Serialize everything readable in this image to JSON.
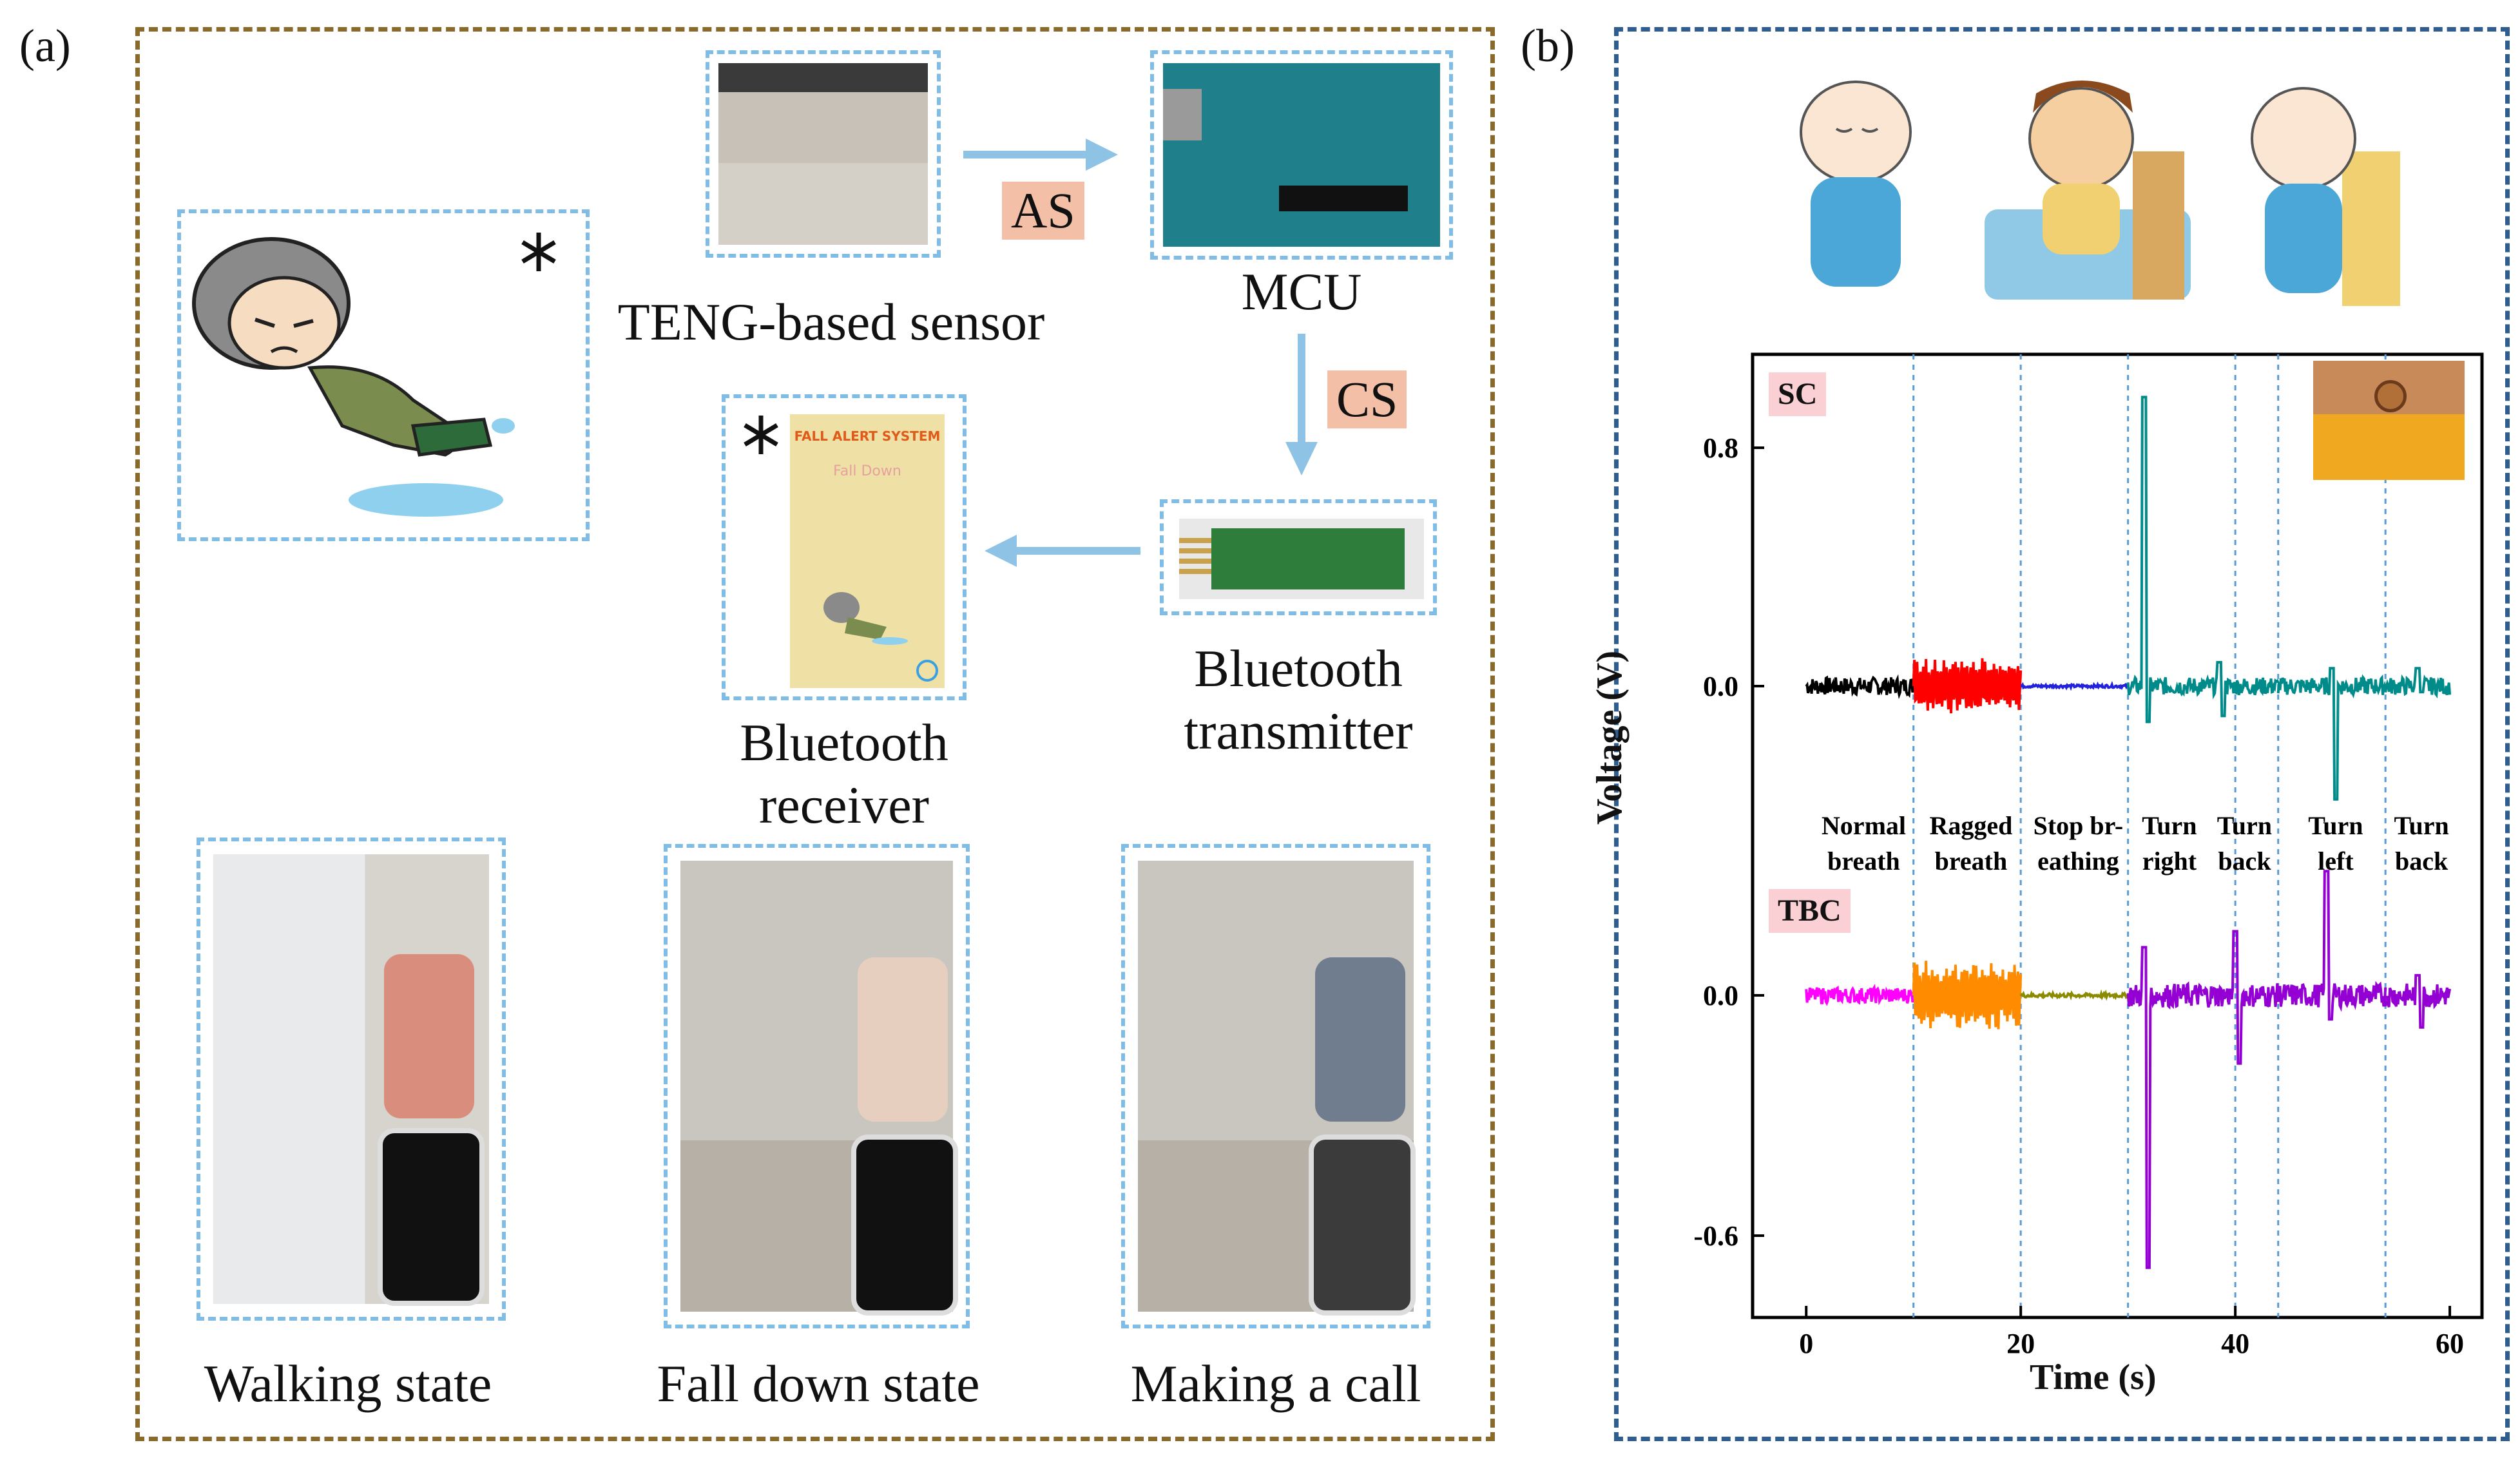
{
  "panel_a": {
    "label": "(a)",
    "sensor_caption": "TENG-based sensor",
    "mcu_caption": "MCU",
    "transmitter_caption_1": "Bluetooth",
    "transmitter_caption_2": "transmitter",
    "receiver_caption_1": "Bluetooth",
    "receiver_caption_2": "receiver",
    "as_label": "AS",
    "cs_label": "CS",
    "app_title": "FALL ALERT SYSTEM",
    "app_status": "Fall Down",
    "state_captions": [
      "Walking state",
      "Fall down state",
      "Making a call"
    ]
  },
  "panel_b": {
    "label": "(b)"
  },
  "chart_data": {
    "type": "line",
    "xlabel": "Time (s)",
    "ylabel": "Voltage (V)",
    "xlim": [
      -5,
      63
    ],
    "x_ticks": [
      0,
      20,
      40,
      60
    ],
    "upper_panel": {
      "tag": "SC",
      "y_ticks": [
        0.8,
        0.0
      ]
    },
    "lower_panel": {
      "tag": "TBC",
      "y_ticks": [
        0.0,
        -0.6
      ]
    },
    "segment_boundaries": [
      10,
      20,
      30,
      40,
      44,
      54
    ],
    "segments": [
      {
        "label_1": "Normal",
        "label_2": "breath",
        "x": [
          0,
          10
        ],
        "sc_color": "#000000",
        "tbc_color": "#ff00ff",
        "sc_amp": 0.03,
        "tbc_amp": 0.02
      },
      {
        "label_1": "Ragged",
        "label_2": "breath",
        "x": [
          10,
          20
        ],
        "sc_color": "#ff0000",
        "tbc_color": "#ff8c00",
        "sc_amp": 0.09,
        "tbc_amp": 0.08
      },
      {
        "label_1": "Stop br-",
        "label_2": "eathing",
        "x": [
          20,
          30
        ],
        "sc_color": "#2222dd",
        "tbc_color": "#8b8b00",
        "sc_amp": 0.005,
        "tbc_amp": 0.005
      },
      {
        "label_1": "Turn",
        "label_2": "right",
        "x": [
          30,
          37
        ],
        "sc_color": "#008b8b",
        "tbc_color": "#9400d3",
        "sc_amp": 0.03,
        "tbc_amp": 0.03
      },
      {
        "label_1": "Turn",
        "label_2": "back",
        "x": [
          37,
          44
        ],
        "sc_color": "#008b8b",
        "tbc_color": "#9400d3",
        "sc_amp": 0.03,
        "tbc_amp": 0.03
      },
      {
        "label_1": "Turn",
        "label_2": "left",
        "x": [
          44,
          54
        ],
        "sc_color": "#008b8b",
        "tbc_color": "#9400d3",
        "sc_amp": 0.03,
        "tbc_amp": 0.03
      },
      {
        "label_1": "Turn",
        "label_2": "back",
        "x": [
          54,
          60
        ],
        "sc_color": "#008b8b",
        "tbc_color": "#9400d3",
        "sc_amp": 0.03,
        "tbc_amp": 0.03
      }
    ],
    "sc_events": [
      {
        "x": 31.5,
        "peak": 0.97,
        "trough": -0.12
      },
      {
        "x": 38.5,
        "peak": 0.08,
        "trough": -0.1
      },
      {
        "x": 49.0,
        "peak": 0.06,
        "trough": -0.38
      },
      {
        "x": 57.0,
        "peak": 0.06,
        "trough": -0.02
      }
    ],
    "tbc_events": [
      {
        "x": 31.5,
        "peak": 0.12,
        "trough": -0.68
      },
      {
        "x": 40.0,
        "peak": 0.16,
        "trough": -0.17
      },
      {
        "x": 48.5,
        "peak": 0.31,
        "trough": -0.06
      },
      {
        "x": 57.0,
        "peak": 0.05,
        "trough": -0.08
      }
    ]
  }
}
